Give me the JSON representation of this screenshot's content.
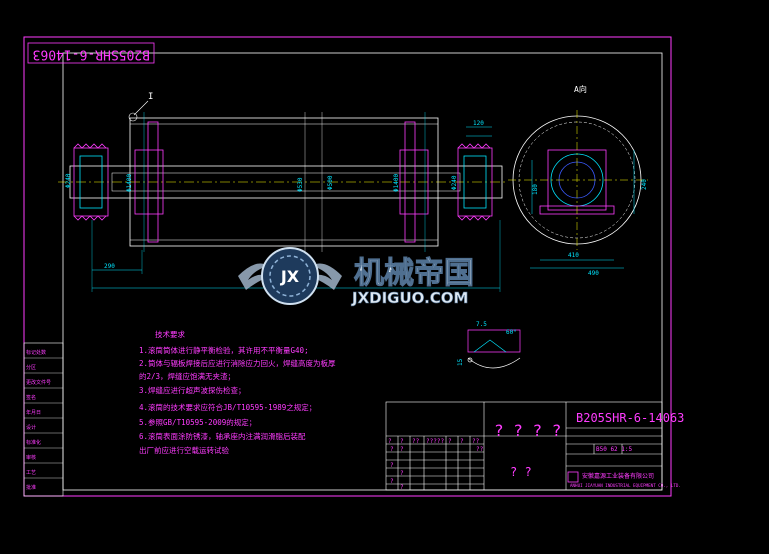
{
  "drawing": {
    "number_rotated": "B205SHR-6-14063",
    "number": "B205SHR-6-14063",
    "view_label": "A向",
    "detail_label": "I"
  },
  "dims": {
    "d_left": "Φ240",
    "d_left2": "Φ1400",
    "d_shell": "Φ530",
    "d_shell2": "Φ500",
    "d_right": "Φ1400",
    "d_right2": "Φ240",
    "len_left": "290",
    "top_w": "120",
    "side_h": "240",
    "base_a": "410",
    "base_b": "490",
    "left_h": "180",
    "detail_a": "7.5",
    "detail_b": "60°",
    "detail_c": "15"
  },
  "notes": {
    "title": "技术要求",
    "items": [
      "1.滚筒筒体进行静平衡检验，其许用不平衡量G40;",
      "2.筒体与辐板焊接后应进行消除应力回火，焊缝高度为板厚",
      "  的2/3，焊缝应饱满无夹渣；",
      "3.焊缝应进行超声波探伤检查；",
      "4.滚筒的技术要求应符合JB/T10595-1989之规定；",
      "5.参照GB/T10595-2009的规定；",
      "6.滚筒表面涂防锈漆，轴承座内注满润滑脂后装配",
      "  出厂前应进行空载运转试验"
    ]
  },
  "watermark": {
    "badge": "JX",
    "cn": "机械帝国",
    "en": "JXDIGUO.COM"
  },
  "left_strip": [
    "标记处数",
    "分区",
    "更改文件号",
    "签名",
    "年月日",
    "设计",
    "标准化",
    "审核",
    "工艺",
    "批准"
  ],
  "title_block": {
    "qmarks_center": "? ? ? ?",
    "qmarks_mid": "? ?",
    "row_q": [
      "?",
      "?",
      "??",
      "?????",
      "?",
      "?",
      "??",
      "??"
    ],
    "small_q": [
      "?",
      "?",
      "?",
      "?",
      "?",
      "?"
    ],
    "right_small": "B50 62  1:5",
    "company_cn": "安徽嘉源工业装备有限公司",
    "company_en": "ANHUI JIAYUAN INDUSTRIAL EQUIPMENT CO., LTD."
  }
}
